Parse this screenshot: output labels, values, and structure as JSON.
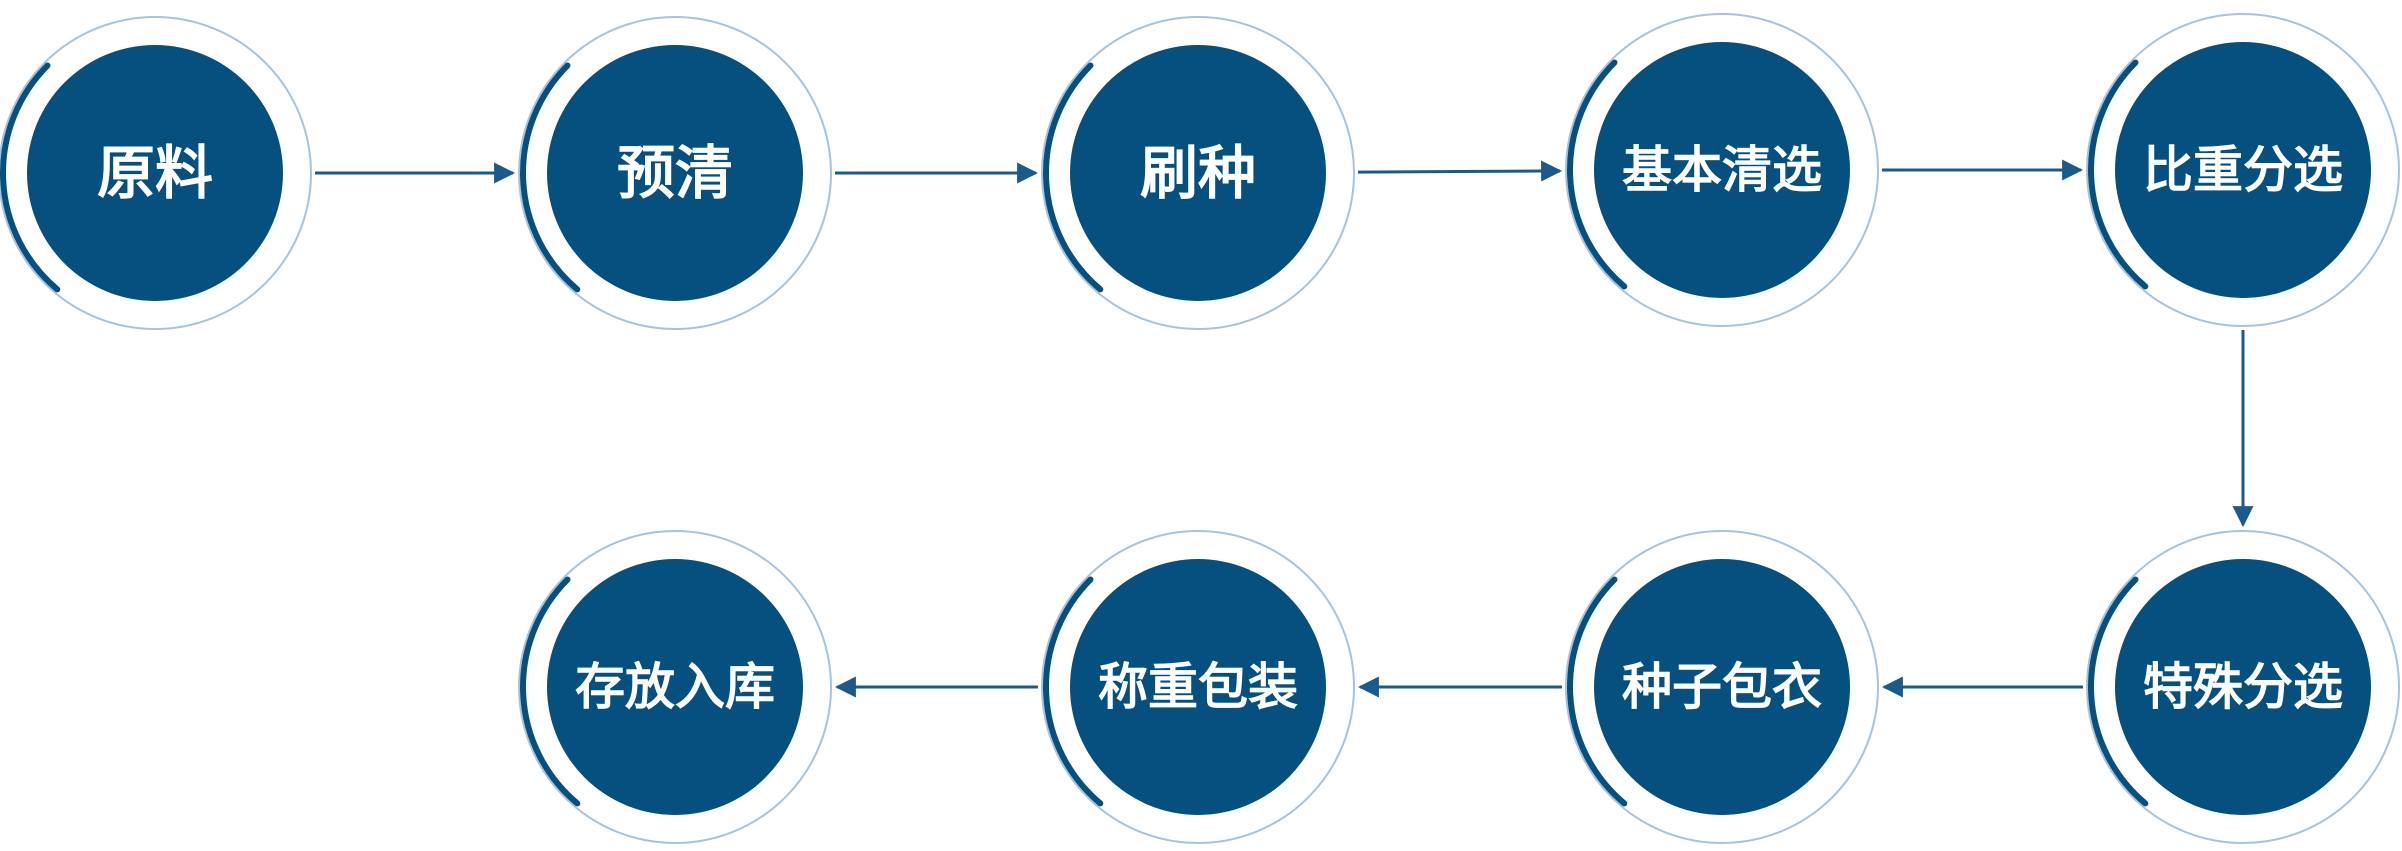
{
  "colors": {
    "node_fill": "#05507F",
    "outer_ring": "#A9C3DA",
    "accent_arc": "#05507F",
    "arrow": "#1B5A8C",
    "label": "#FFFFFF"
  },
  "process": {
    "steps": [
      {
        "label": "原料"
      },
      {
        "label": "预清"
      },
      {
        "label": "刷种"
      },
      {
        "label": "基本清选"
      },
      {
        "label": "比重分选"
      },
      {
        "label": "特殊分选"
      },
      {
        "label": "种子包衣"
      },
      {
        "label": "称重包装"
      },
      {
        "label": "存放入库"
      }
    ],
    "flow": [
      {
        "from": 0,
        "to": 1
      },
      {
        "from": 1,
        "to": 2
      },
      {
        "from": 2,
        "to": 3
      },
      {
        "from": 3,
        "to": 4
      },
      {
        "from": 4,
        "to": 5
      },
      {
        "from": 5,
        "to": 6
      },
      {
        "from": 6,
        "to": 7
      },
      {
        "from": 7,
        "to": 8
      }
    ]
  }
}
